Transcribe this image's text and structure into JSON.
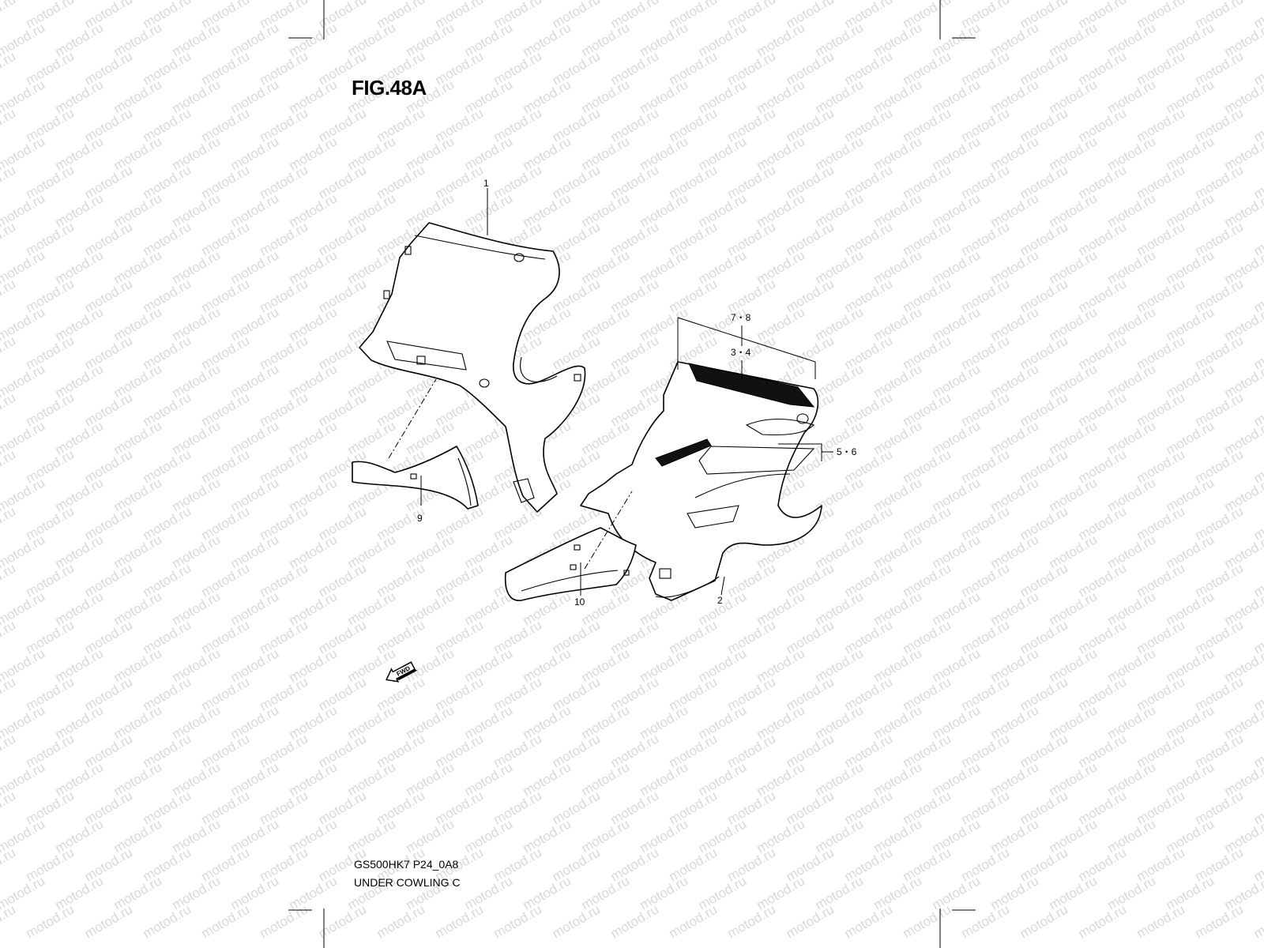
{
  "figure": {
    "title": "FIG.48A",
    "model_code": "GS500HK7 P24_0A8",
    "section_name": "UNDER COWLING C"
  },
  "watermark": {
    "text": "motod.ru",
    "color": "#d8d8d8"
  },
  "callouts": {
    "p1": "1",
    "p2": "2",
    "p34": "3・4",
    "p56": "5・6",
    "p78": "7・8",
    "p9": "9",
    "p10": "10"
  },
  "direction": {
    "label": "FWD",
    "icon": "forward-arrow-icon"
  }
}
